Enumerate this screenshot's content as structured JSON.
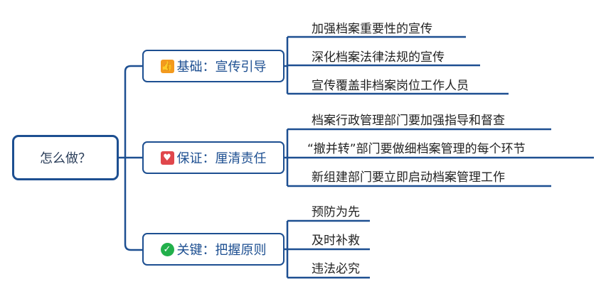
{
  "root": {
    "label": "怎么做？"
  },
  "branches": [
    {
      "label": "基础：宣传引导",
      "icon": "thumbs-up-icon",
      "icon_color": "#f39a1e",
      "leaves": [
        "加强档案重要性的宣传",
        "深化档案法律法规的宣传",
        "宣传覆盖非档案岗位工作人员"
      ]
    },
    {
      "label": "保证：厘清责任",
      "icon": "heart-icon",
      "icon_color": "#e0474c",
      "leaves": [
        "档案行政管理部门要加强指导和督查",
        "“撤并转”部门要做细档案管理的每个环节",
        "新组建部门要立即启动档案管理工作"
      ]
    },
    {
      "label": "关键：把握原则",
      "icon": "check-circle-icon",
      "icon_color": "#22b04b",
      "leaves": [
        "预防为先",
        "及时补救",
        "违法必究"
      ]
    }
  ],
  "colors": {
    "line": "#1d4f91"
  }
}
